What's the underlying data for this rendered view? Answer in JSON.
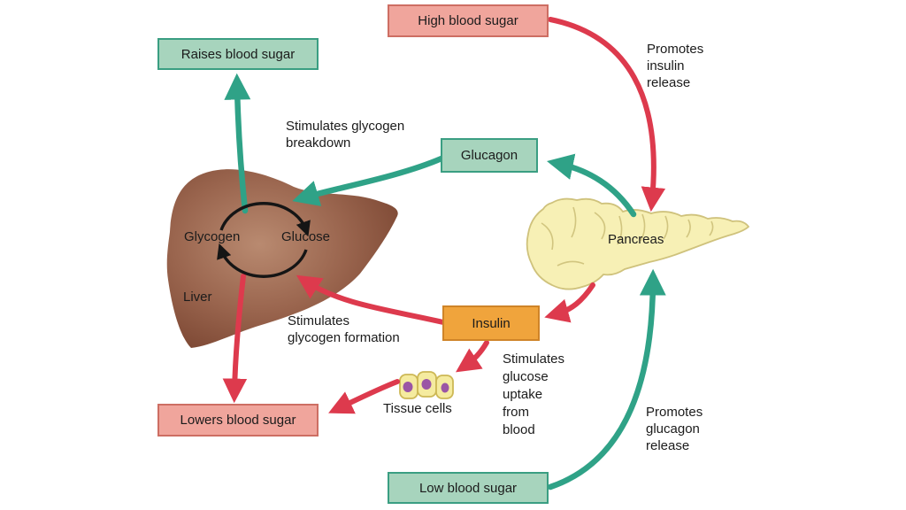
{
  "boxes": {
    "high_blood_sugar": "High blood sugar",
    "raises_blood_sugar": "Raises blood sugar",
    "glucagon": "Glucagon",
    "insulin": "Insulin",
    "lowers_blood_sugar": "Lowers blood sugar",
    "low_blood_sugar": "Low blood sugar"
  },
  "organ_labels": {
    "liver": "Liver",
    "glycogen": "Glycogen",
    "glucose": "Glucose",
    "pancreas": "Pancreas",
    "tissue_cells": "Tissue cells"
  },
  "annotations": {
    "promotes_insulin_release": "Promotes\ninsulin\nrelease",
    "stimulates_glycogen_breakdown": "Stimulates glycogen\nbreakdown",
    "stimulates_glycogen_formation": "Stimulates\nglycogen formation",
    "stimulates_glucose_uptake": "Stimulates\nglucose\nuptake\nfrom\nblood",
    "promotes_glucagon_release": "Promotes\nglucagon\nrelease"
  },
  "colors": {
    "background": "#ffffff",
    "text": "#1b1b1b",
    "pink-fill": "#f0a59c",
    "pink-border": "#cd6e63",
    "green-fill": "#a7d4bd",
    "green-border": "#3a9e82",
    "orange-fill": "#f0a43c",
    "orange-border": "#cf8428",
    "red-arrow": "#dd3a4d",
    "teal-arrow": "#2fa287",
    "cycle-arrow": "#151515",
    "liver-light": "#b98a70",
    "liver-mid": "#9a654e",
    "liver-dark": "#7c4733",
    "pancreas-fill": "#f7f0b5",
    "pancreas-stroke": "#cfc27c",
    "cell-fill": "#f5eb9f",
    "cell-stroke": "#cdb855",
    "nucleus": "#9b55a5"
  }
}
